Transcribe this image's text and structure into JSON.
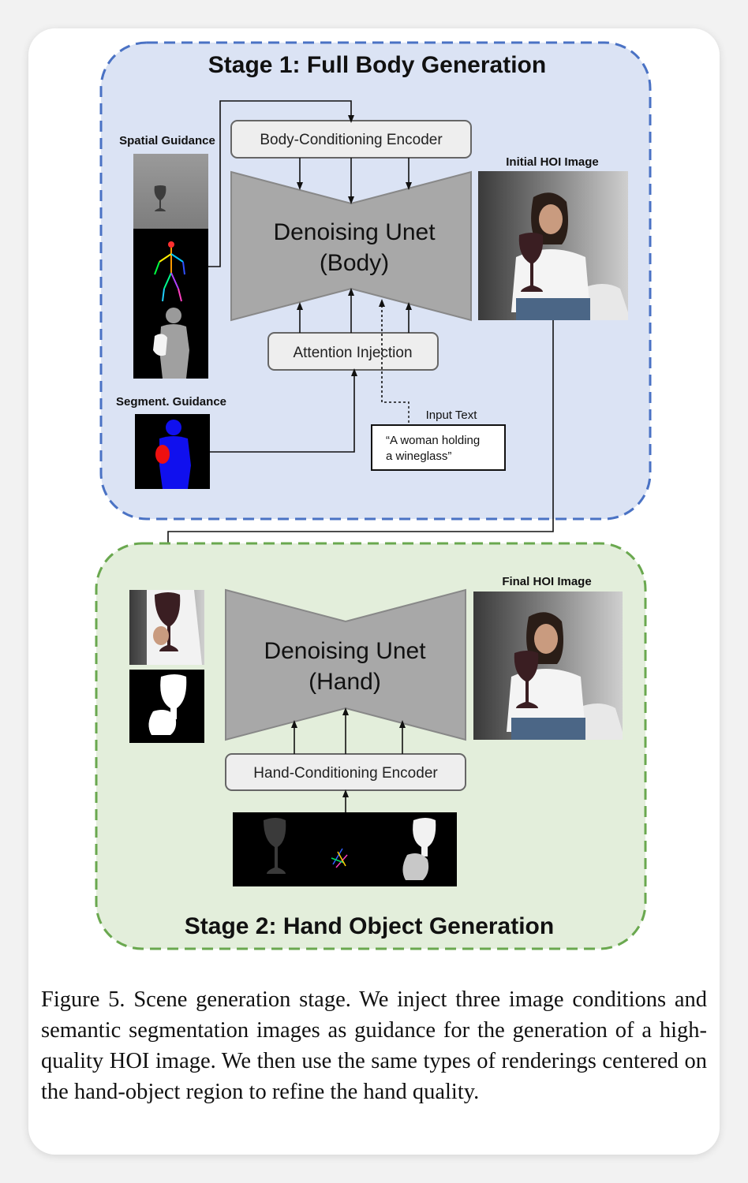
{
  "stage1": {
    "title": "Stage 1: Full Body Generation",
    "spatial_guidance_label": "Spatial Guidance",
    "segment_guidance_label": "Segment. Guidance",
    "body_encoder_label": "Body-Conditioning Encoder",
    "unet_line1": "Denoising Unet",
    "unet_line2": "(Body)",
    "attention_label": "Attention Injection",
    "input_text_label": "Input Text",
    "prompt_line1": "“A woman holding",
    "prompt_line2": "a wineglass”",
    "output_label": "Initial HOI Image"
  },
  "stage2": {
    "title": "Stage 2: Hand Object Generation",
    "unet_line1": "Denoising Unet",
    "unet_line2": "(Hand)",
    "hand_encoder_label": "Hand-Conditioning Encoder",
    "output_label": "Final HOI Image"
  },
  "colors": {
    "stage1_fill": "#dbe3f4",
    "stage1_border": "#4a72c4",
    "stage2_fill": "#e3eedb",
    "stage2_border": "#6aa84f",
    "unet_fill": "#a8a8a8",
    "segment_body": "#1010ee",
    "segment_hand": "#ee1010"
  },
  "caption": "Figure 5. Scene generation stage. We inject three image conditions and semantic segmentation images as guidance for the generation of a high-quality HOI image. We then use the same types of renderings centered on the hand-object region to refine the hand quality."
}
